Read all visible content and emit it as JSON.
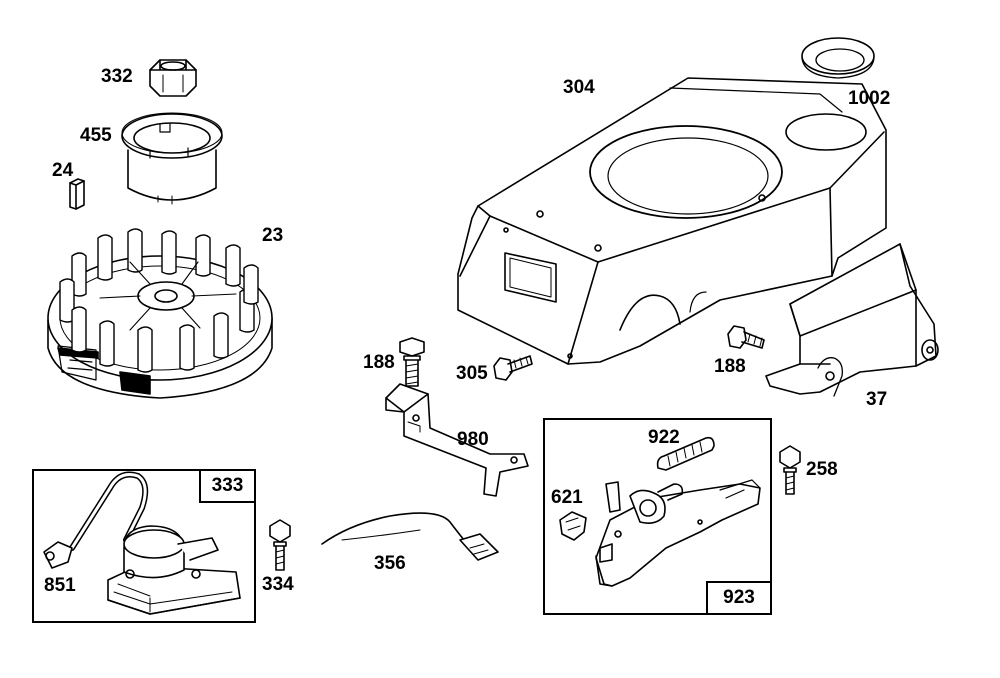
{
  "parts": [
    {
      "id": "flywheel-nut",
      "label": "332"
    },
    {
      "id": "starter-cup",
      "label": "455"
    },
    {
      "id": "flywheel-key",
      "label": "24"
    },
    {
      "id": "flywheel",
      "label": "23"
    },
    {
      "id": "blower-housing",
      "label": "304"
    },
    {
      "id": "grommet",
      "label": "1002"
    },
    {
      "id": "screw-left",
      "label": "188"
    },
    {
      "id": "screw-housing",
      "label": "305"
    },
    {
      "id": "screw-right",
      "label": "188"
    },
    {
      "id": "air-guide",
      "label": "37"
    },
    {
      "id": "bracket",
      "label": "980"
    },
    {
      "id": "spring",
      "label": "922"
    },
    {
      "id": "screw-control",
      "label": "258"
    },
    {
      "id": "link",
      "label": "621"
    },
    {
      "id": "ground-wire",
      "label": "356"
    },
    {
      "id": "armature-screw",
      "label": "334"
    },
    {
      "id": "spark-plug-boot",
      "label": "851"
    }
  ],
  "assemblies": [
    {
      "id": "armature-assembly",
      "label": "333"
    },
    {
      "id": "control-assembly",
      "label": "923"
    }
  ]
}
